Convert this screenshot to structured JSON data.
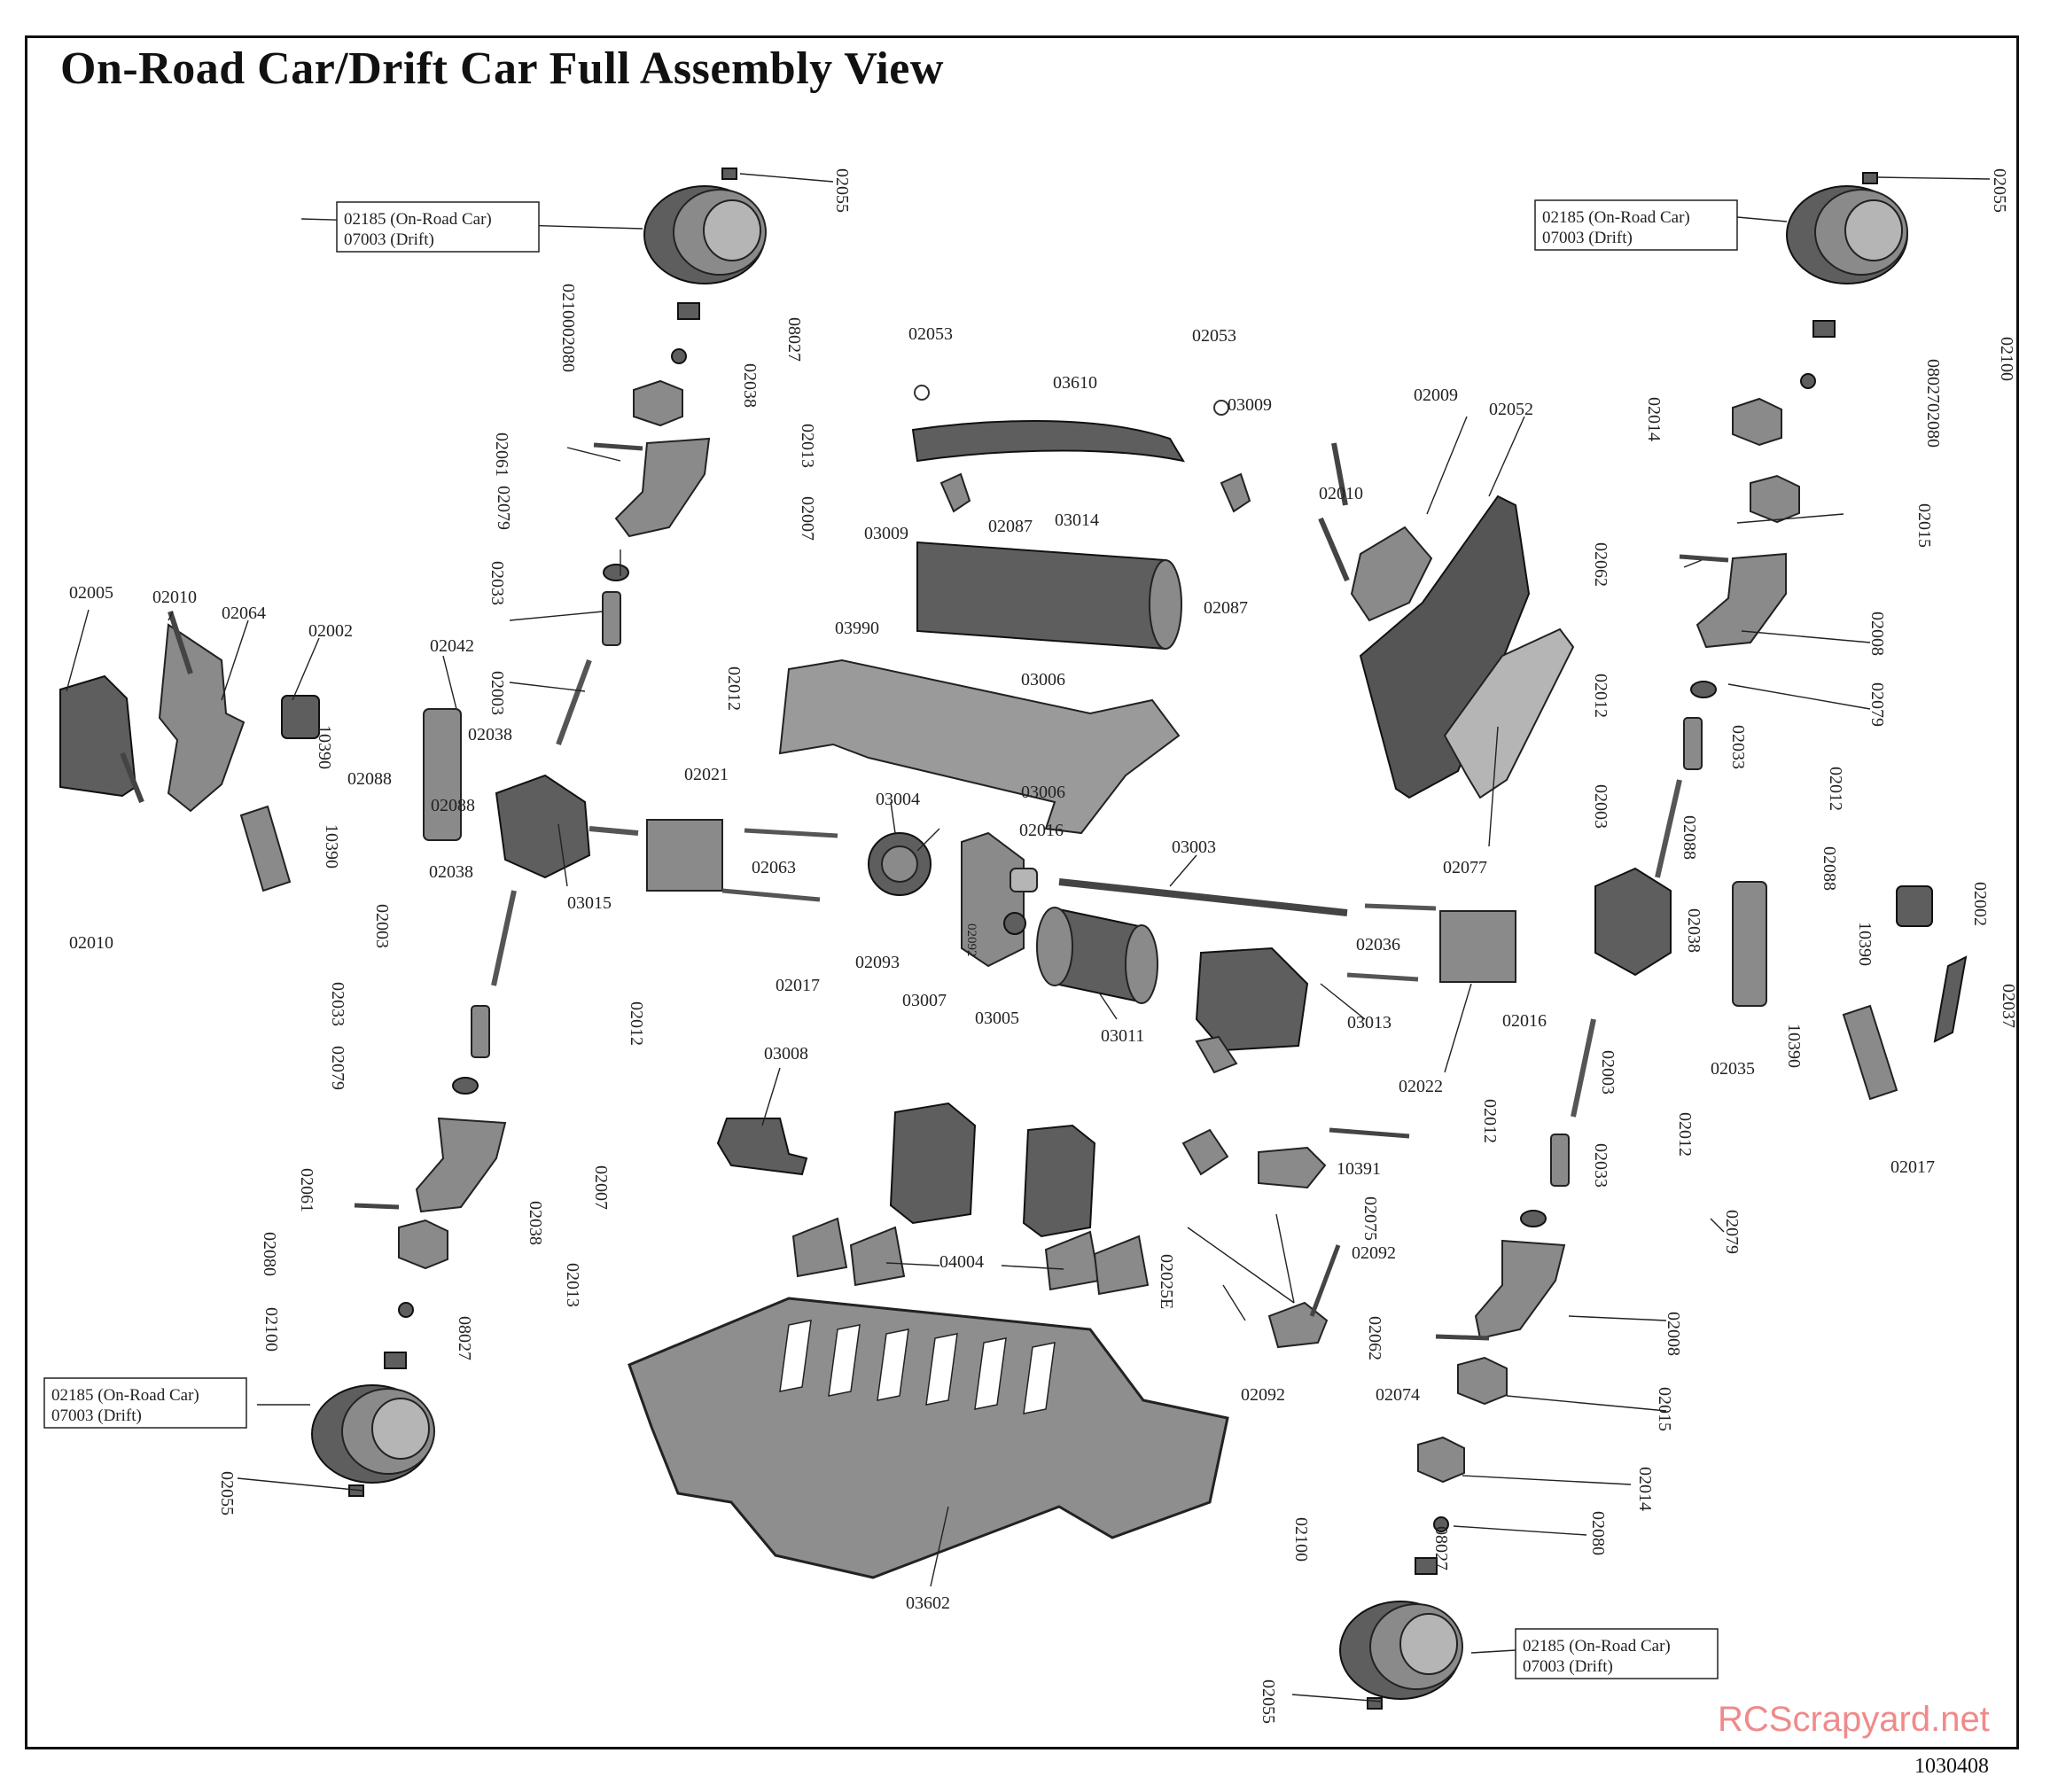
{
  "title": "On-Road Car/Drift Car Full Assembly View",
  "doc_number": "1030408",
  "watermark": "RCScrapyard.net",
  "wheel_box": {
    "line1": "02185 (On-Road Car)",
    "line2": "07003 (Drift)"
  },
  "part_numbers": {
    "p02055": "02055",
    "p02100": "02100",
    "p08027": "08027",
    "p02080": "02080",
    "p02038": "02038",
    "p02013": "02013",
    "p02061": "02061",
    "p02007": "02007",
    "p02079": "02079",
    "p02033": "02033",
    "p02003": "02003",
    "p02005": "02005",
    "p02010": "02010",
    "p02064": "02064",
    "p02002": "02002",
    "p02042": "02042",
    "p10390": "10390",
    "p02088": "02088",
    "p03015": "03015",
    "p02012": "02012",
    "p02021": "02021",
    "p02063": "02063",
    "p02017": "02017",
    "p02053": "02053",
    "p03610": "03610",
    "p03009": "03009",
    "p02087": "02087",
    "p03014": "03014",
    "p03990": "03990",
    "p03006": "03006",
    "p03004": "03004",
    "p02016": "02016",
    "p02092": "02092",
    "p02093": "02093",
    "p03007": "03007",
    "p03005": "03005",
    "p03003": "03003",
    "p03011": "03011",
    "p03013": "03013",
    "p02036": "02036",
    "p02022": "02022",
    "p02009": "02009",
    "p02052": "02052",
    "p02077": "02077",
    "p02014": "02014",
    "p02015": "02015",
    "p02062": "02062",
    "p02008": "02008",
    "p02035": "02035",
    "p02037": "02037",
    "p03008": "03008",
    "p04004": "04004",
    "p10391": "10391",
    "p02075": "02075",
    "p02025E": "02025E",
    "p02074": "02074",
    "p03602": "03602"
  }
}
